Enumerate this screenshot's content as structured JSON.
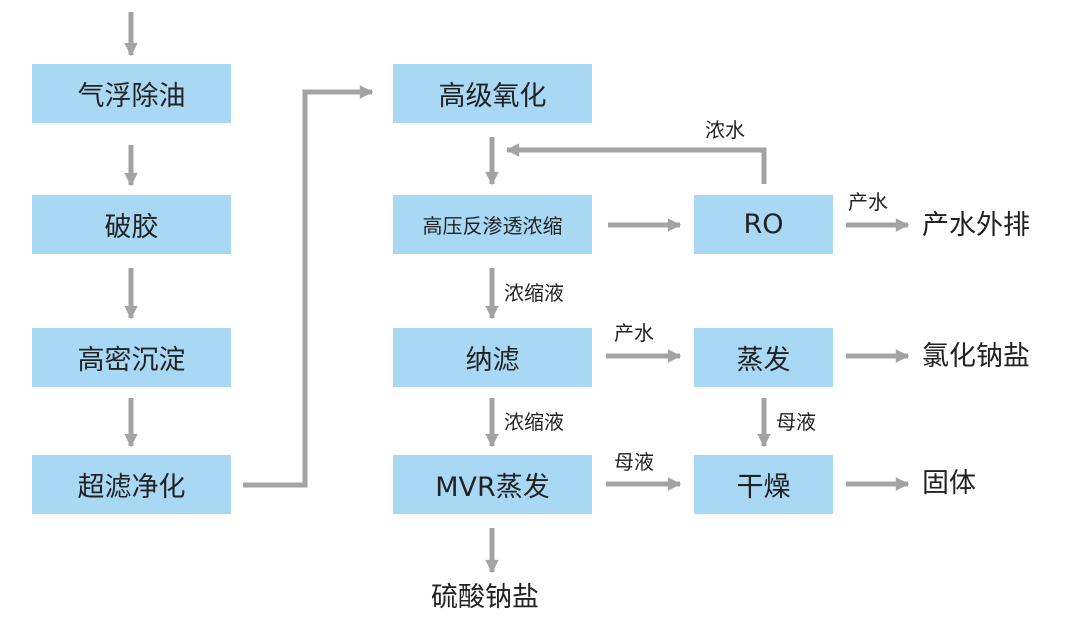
{
  "colors": {
    "box_fill": "#a9d8f5",
    "arrow": "#a3a3a3",
    "text": "#222222"
  },
  "nodes": {
    "air_flotation": "气浮除油",
    "demulsify": "破胶",
    "high_density_settling": "高密沉淀",
    "ultrafiltration": "超滤净化",
    "advanced_oxidation": "高级氧化",
    "hp_ro_concentration": "高压反渗透浓缩",
    "ro": "RO",
    "nanofiltration": "纳滤",
    "evaporation": "蒸发",
    "mvr_evaporation": "MVR蒸发",
    "drying": "干燥"
  },
  "outputs": {
    "water_discharge": "产水外排",
    "sodium_chloride": "氯化钠盐",
    "solid": "固体",
    "sodium_sulfate": "硫酸钠盐"
  },
  "edge_labels": {
    "ro_concentrate": "浓水",
    "ro_product": "产水",
    "hp_concentrate": "浓缩液",
    "nf_product": "产水",
    "nf_concentrate": "浓缩液",
    "evap_mother_liquor": "母液",
    "mvr_mother_liquor": "母液"
  }
}
